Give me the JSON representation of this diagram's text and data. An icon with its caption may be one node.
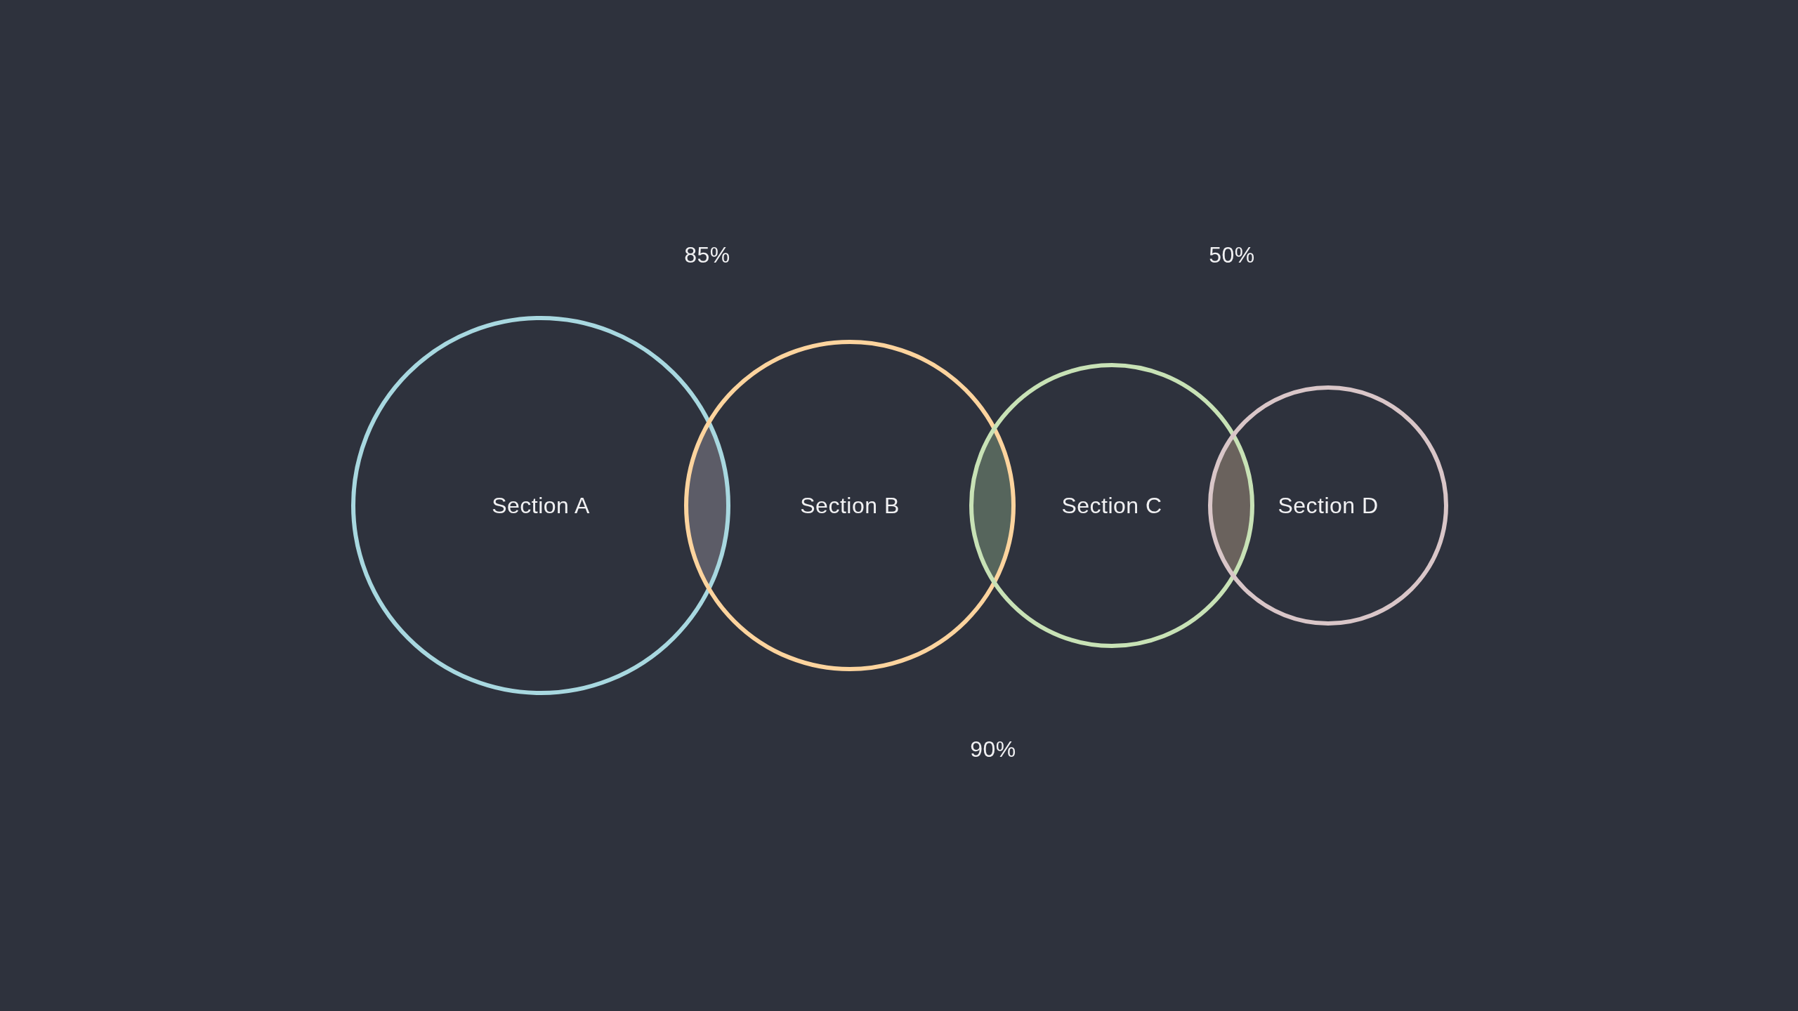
{
  "diagram": {
    "nodes": [
      {
        "text": [
          "Section A"
        ]
      },
      {
        "text": [],
        "shape": "lens"
      },
      {
        "text": [
          "Section B"
        ]
      },
      {
        "text": [],
        "shape": "lens"
      },
      {
        "text": [
          "Section C"
        ]
      },
      {
        "text": [],
        "shape": "lens"
      },
      {
        "text": [
          "Section D"
        ]
      }
    ],
    "labels": [
      "85%",
      "50%",
      "90%"
    ]
  }
}
